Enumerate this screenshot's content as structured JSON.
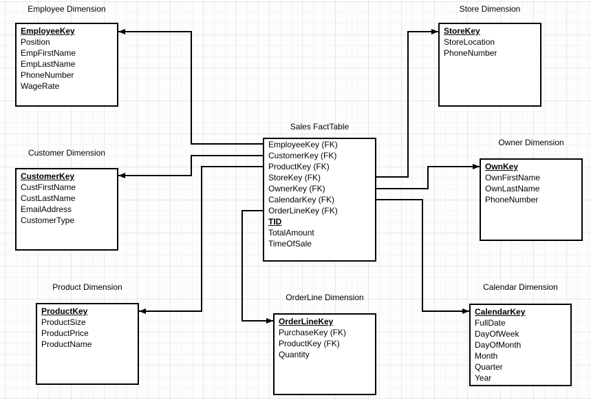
{
  "canvas": {
    "background": "#fdfdfd",
    "grid_color": "#ececec",
    "shape_border_color": "#000000",
    "connector_color": "#000000"
  },
  "tables": {
    "employee": {
      "title": "Employee Dimension",
      "fields": [
        "EmployeeKey",
        "Position",
        "EmpFirstName",
        "EmpLastName",
        "PhoneNumber",
        "WageRate"
      ]
    },
    "store": {
      "title": "Store Dimension",
      "fields": [
        "StoreKey",
        "StoreLocation",
        "PhoneNumber"
      ]
    },
    "fact": {
      "title": "Sales FactTable",
      "fields": [
        "EmployeeKey (FK)",
        "CustomerKey (FK)",
        "ProductKey (FK)",
        "StoreKey (FK)",
        "OwnerKey (FK)",
        "CalendarKey (FK)",
        "OrderLineKey (FK)",
        "TID",
        "TotalAmount",
        "TimeOfSale"
      ]
    },
    "customer": {
      "title": "Customer Dimension",
      "fields": [
        "CustomerKey",
        "CustFirstName",
        "CustLastName",
        "EmailAddress",
        "CustomerType"
      ]
    },
    "owner": {
      "title": "Owner Dimension",
      "fields": [
        "OwnKey",
        "OwnFirstName",
        "OwnLastName",
        "PhoneNumber"
      ]
    },
    "product": {
      "title": "Product Dimension",
      "fields": [
        "ProductKey",
        "ProductSize",
        "ProductPrice",
        "ProductName"
      ]
    },
    "orderline": {
      "title": "OrderLine Dimension",
      "fields": [
        "OrderLineKey",
        "PurchaseKey (FK)",
        "ProductKey (FK)",
        "Quantity"
      ]
    },
    "calendar": {
      "title": "Calendar Dimension",
      "fields": [
        "CalendarKey",
        "FullDate",
        "DayOfWeek",
        "DayOfMonth",
        "Month",
        "Quarter",
        "Year"
      ]
    }
  },
  "relationships": [
    {
      "from": "Sales FactTable.EmployeeKey (FK)",
      "to": "Employee Dimension.EmployeeKey"
    },
    {
      "from": "Sales FactTable.CustomerKey (FK)",
      "to": "Customer Dimension.CustomerKey"
    },
    {
      "from": "Sales FactTable.ProductKey (FK)",
      "to": "Product Dimension.ProductKey"
    },
    {
      "from": "Sales FactTable.StoreKey (FK)",
      "to": "Store Dimension.StoreKey"
    },
    {
      "from": "Sales FactTable.OwnerKey (FK)",
      "to": "Owner Dimension.OwnKey"
    },
    {
      "from": "Sales FactTable.CalendarKey (FK)",
      "to": "Calendar Dimension.CalendarKey"
    },
    {
      "from": "Sales FactTable.OrderLineKey (FK)",
      "to": "OrderLine Dimension.OrderLineKey"
    }
  ]
}
